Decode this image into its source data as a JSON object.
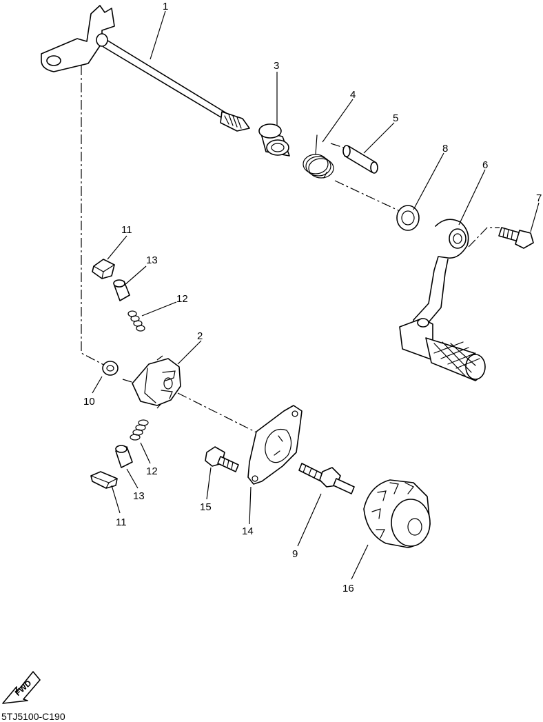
{
  "diagram": {
    "drawing_code": "5TJ5100-C190",
    "direction_marker": "FWD",
    "callouts": {
      "shaft": "1",
      "lever": "2",
      "collar": "3",
      "spring": "4",
      "pin": "5",
      "pedal": "6",
      "bolt_pedal": "7",
      "oil_seal": "8",
      "stud_bolt": "9",
      "washer": "10",
      "pawl_upper": "11",
      "spring_upper": "12",
      "pin_upper": "13",
      "guide_plate": "14",
      "bolt_plate": "15",
      "segment": "16",
      "pawl_lower": "11",
      "spring_lower": "12",
      "pin_lower": "13"
    }
  }
}
